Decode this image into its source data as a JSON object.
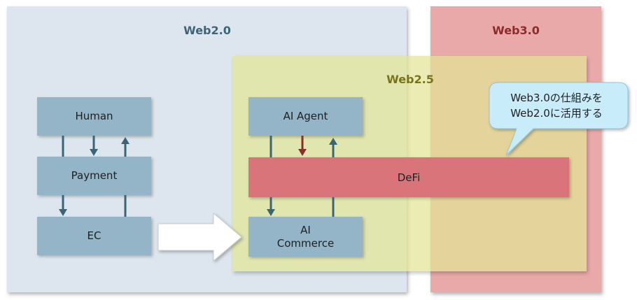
{
  "regions": {
    "web20": "Web2.0",
    "web25": "Web2.5",
    "web30": "Web3.0"
  },
  "boxes": {
    "human": "Human",
    "payment": "Payment",
    "ec": "EC",
    "ai_agent": "AI Agent",
    "defi": "DeFi",
    "ai_commerce_line1": "AI",
    "ai_commerce_line2": "Commerce"
  },
  "callout": {
    "line1": "Web3.0の仕組みを",
    "line2": "Web2.0に活用する"
  },
  "colors": {
    "web20_bg": "#dde6ee",
    "web25_bg": "#e2e596",
    "web30_bg": "#eaa9a9",
    "box": "#94b5c7",
    "defi": "#d9757a",
    "arrow_blue": "#3a6577",
    "arrow_red": "#8e2b2b",
    "callout_bg": "#c9ecfb"
  },
  "icons": {
    "transition_arrow": "white-block-arrow-right"
  }
}
